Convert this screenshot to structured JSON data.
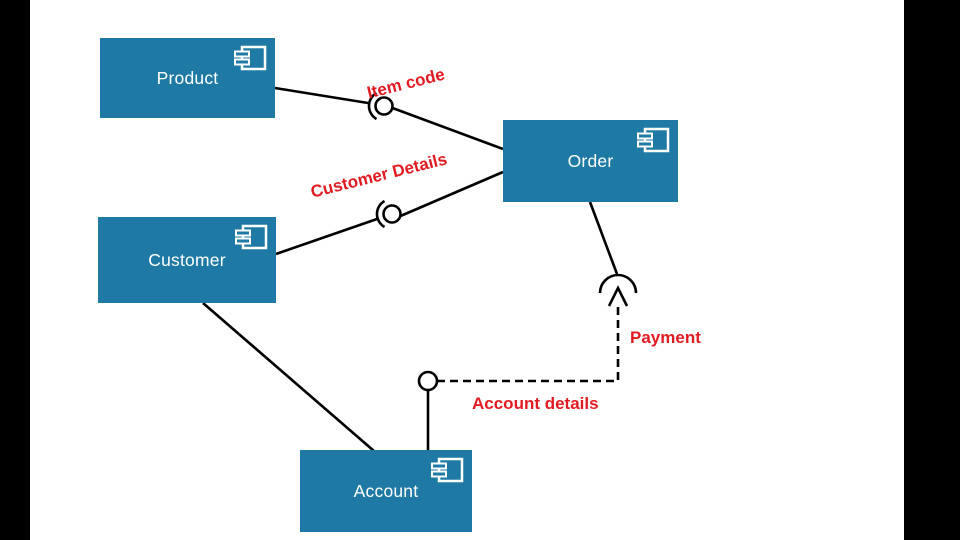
{
  "colors": {
    "accent": "#1E7AA4",
    "label": "#E11B22",
    "bar": "#000000",
    "bg": "#ffffff",
    "text_on_accent": "#ffffff"
  },
  "components": [
    {
      "id": "product",
      "label": "Product"
    },
    {
      "id": "customer",
      "label": "Customer"
    },
    {
      "id": "order",
      "label": "Order"
    },
    {
      "id": "account",
      "label": "Account"
    }
  ],
  "connectors": [
    {
      "id": "item-code",
      "label": "Item code",
      "type": "assembly-ball-socket"
    },
    {
      "id": "customer-details",
      "label": "Customer Details",
      "type": "assembly-ball-socket"
    },
    {
      "id": "payment",
      "label": "Payment",
      "type": "dashed-dependency"
    },
    {
      "id": "account-details",
      "label": "Account details",
      "type": "dashed-dependency"
    }
  ]
}
